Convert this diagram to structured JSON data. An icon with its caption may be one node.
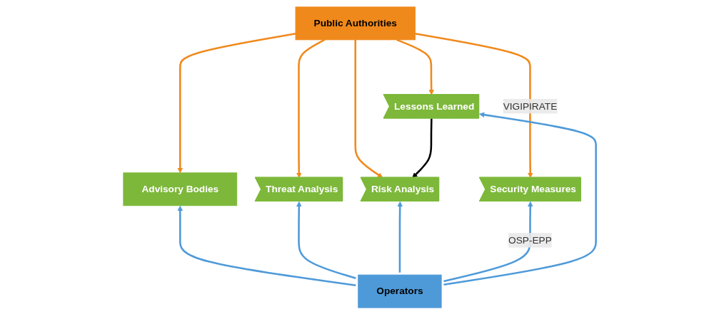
{
  "diagram": {
    "nodes": [
      {
        "text": [
          "Public Authorities"
        ]
      },
      {
        "text": [
          "Advisory Bodies"
        ]
      },
      {
        "text": [
          "Threat Analysis"
        ]
      },
      {
        "text": [
          "Risk Analysis"
        ]
      },
      {
        "text": [
          "Security Measures"
        ]
      },
      {
        "text": [
          "Lessons Learned"
        ]
      },
      {
        "text": [
          "Operators"
        ]
      }
    ],
    "edges": [
      {
        "from": 0,
        "to": 1,
        "arrow": "to",
        "color": "#f0891b"
      },
      {
        "from": 0,
        "to": 2,
        "arrow": "to",
        "color": "#f0891b"
      },
      {
        "from": 0,
        "to": 3,
        "arrow": "to",
        "color": "#f0891b"
      },
      {
        "from": 0,
        "to": 4,
        "arrow": "to",
        "color": "#f0891b",
        "label": "VIGIPIRATE"
      },
      {
        "from": 0,
        "to": 5,
        "arrow": "to",
        "color": "#f0891b"
      },
      {
        "from": 6,
        "to": 1,
        "arrow": "to",
        "color": "#4e9ad9"
      },
      {
        "from": 6,
        "to": 2,
        "arrow": "to",
        "color": "#4e9ad9"
      },
      {
        "from": 6,
        "to": 3,
        "arrow": "to",
        "color": "#4e9ad9"
      },
      {
        "from": 6,
        "to": 4,
        "arrow": "to",
        "color": "#4e9ad9",
        "label": "OSP-EPP"
      },
      {
        "from": 6,
        "to": 5,
        "arrow": "to",
        "color": "#4e9ad9"
      },
      {
        "from": 5,
        "to": 3,
        "arrow": "to",
        "color": "#000000"
      }
    ]
  }
}
